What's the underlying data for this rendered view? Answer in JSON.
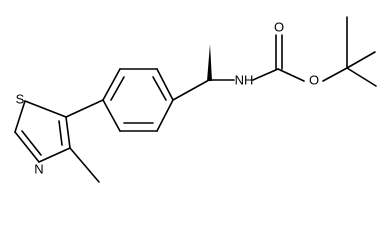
{
  "molecule": {
    "atoms": {
      "sulfur": "S",
      "thiazole_nitrogen": "N",
      "carbamate_nitrogen": "NH",
      "ether_oxygen": "O",
      "carbonyl_oxygen": "O"
    }
  },
  "colors": {
    "background": "#ffffff",
    "bond": "#000000",
    "label": "#000000"
  }
}
